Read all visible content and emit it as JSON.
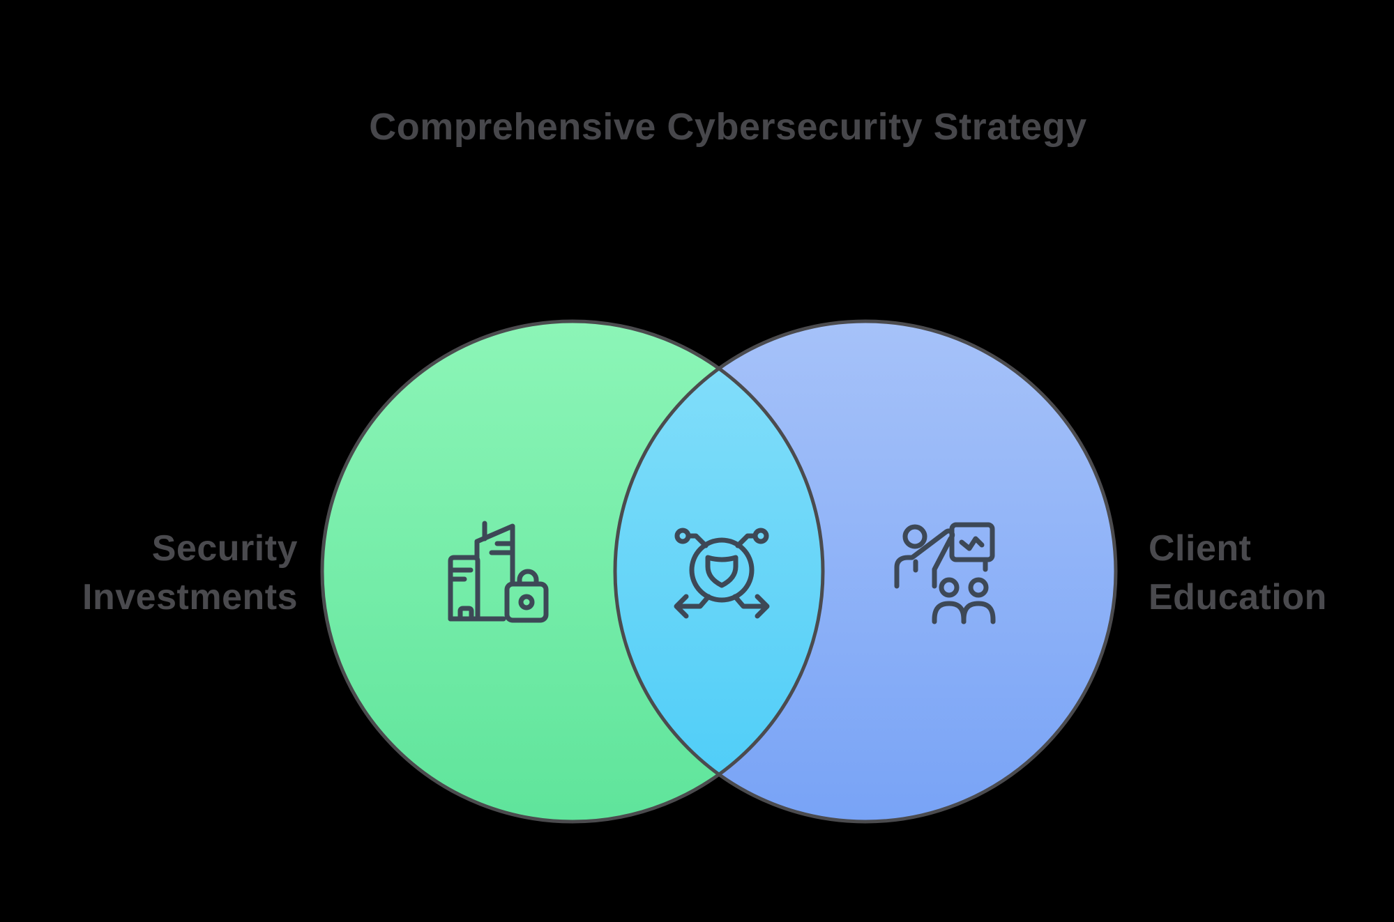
{
  "venn": {
    "title": "Comprehensive Cybersecurity Strategy",
    "left": {
      "label_line1": "Security",
      "label_line2": "Investments",
      "icon": "building-lock-icon"
    },
    "overlap": {
      "icon": "shield-network-icon"
    },
    "right": {
      "label_line1": "Client",
      "label_line2": "Education",
      "icon": "presentation-audience-icon"
    }
  },
  "colors": {
    "background": "#000000",
    "title_text": "#47474B",
    "label_text": "#4A4A4E",
    "circle_outline": "#4B4B4E",
    "icon_stroke": "#3D4856",
    "green_top": "#8CF5B7",
    "green_bottom": "#5FE49B",
    "blue_top": "#A6C2F9",
    "blue_bottom": "#78A3F6",
    "overlap_top": "#86DFFA",
    "overlap_bottom": "#4BCCF7"
  }
}
